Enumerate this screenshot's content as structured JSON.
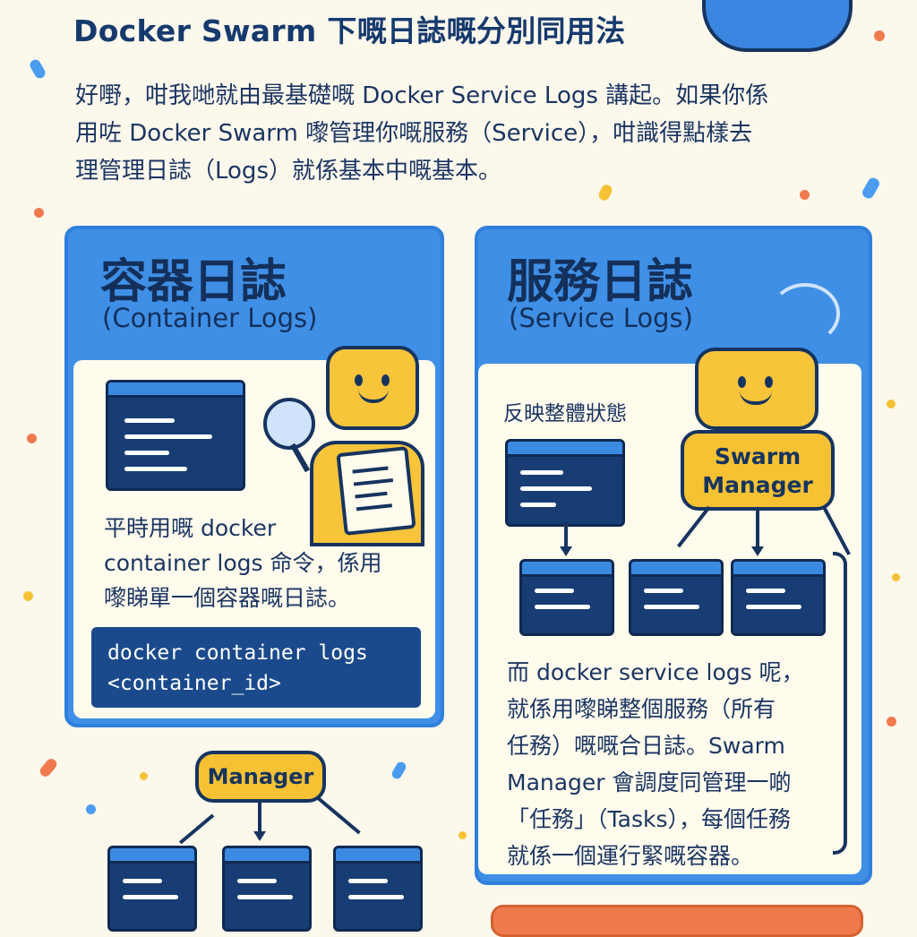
{
  "title": "Docker Swarm 下嘅日誌嘅分別同用法",
  "intro": [
    "好嘢，咁我哋就由最基礎嘅 Docker Service Logs 講起。如果你係",
    "用咗 Docker Swarm 嚟管理你嘅服務（Service），咁識得點樣去",
    "理管理日誌（Logs）就係基本中嘅基本。"
  ],
  "container_panel": {
    "heading": "容器日誌",
    "subheading": "(Container Logs)",
    "body": [
      "平時用嘅 docker",
      "container logs 命令，係用",
      "嚟睇單一個容器嘅日誌。"
    ],
    "code": [
      "docker container logs",
      "<container_id>"
    ]
  },
  "manager_label": "Manager",
  "service_panel": {
    "heading": "服務日誌",
    "subheading": "(Service Logs)",
    "note": "反映整體狀態",
    "swarm_manager": [
      "Swarm",
      "Manager"
    ],
    "body": [
      "而 docker service logs 呢，",
      "就係用嚟睇整個服務（所有",
      "任務）嘅嘅合日誌。Swarm",
      "Manager 會調度同管理一啲",
      "「任務」（Tasks），每個任務",
      "就係一個運行緊嘅容器。"
    ]
  },
  "colors": {
    "background": "#fcf8ec",
    "panel_blue": "#3f8fe6",
    "navy": "#16345f",
    "yellow": "#f6c233",
    "orange": "#f07a4d"
  }
}
